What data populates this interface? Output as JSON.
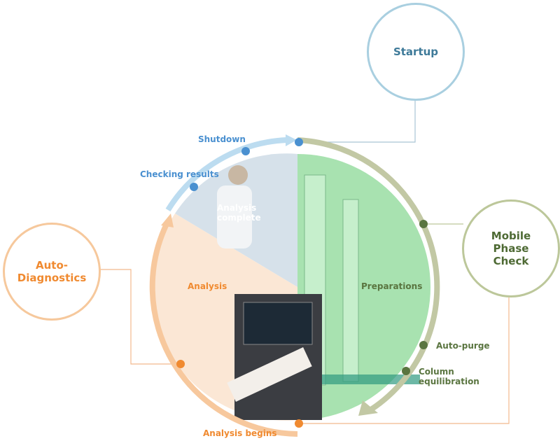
{
  "bubbles": {
    "startup": "Startup",
    "mobile_phase_check": "Mobile Phase Check",
    "auto_diagnostics": "Auto-Diagnostics"
  },
  "segments": {
    "analysis_complete": "Analysis complete",
    "preparations": "Preparations",
    "analysis": "Analysis"
  },
  "steps": {
    "shutdown": "Shutdown",
    "checking_results": "Checking results",
    "auto_purge": "Auto-purge",
    "column_equilibration": "Column equilibration",
    "analysis_begins": "Analysis begins"
  },
  "colors": {
    "blue": "#4a90d0",
    "green": "#5a7540",
    "orange": "#f08a30",
    "startup_ring": "#a9cfe0",
    "mobile_ring": "#bcc79a",
    "diag_ring": "#f6c89c"
  }
}
